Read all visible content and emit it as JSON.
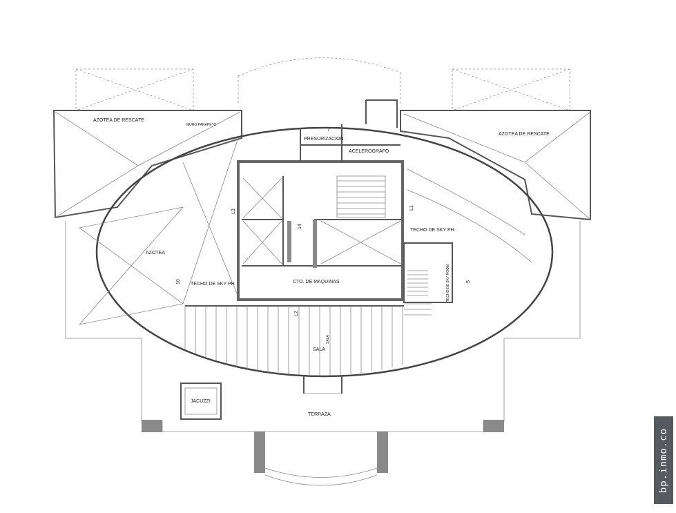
{
  "labels": {
    "azotea_rescate_left": "AZOTEA DE RESCATE",
    "azotea_rescate_right": "AZOTEA DE RESCATE",
    "muro_parapeto": "MURO PARAPETO",
    "presurizacion": "PRESURIZACION",
    "acelerografo": "ACELEROGRAFO",
    "azotea": "AZOTEA",
    "techo_sky_ph_left": "TECHO DE SKY PH",
    "techo_sky_ph_right": "TECHO DE SKY PH",
    "techo_sky_room": "TECHO DE SKY ROOM",
    "cto_maquinas": "CTO. DE MAQUINAS",
    "sala": "SALA",
    "sala_vertical": "SALA",
    "jacuzzi": "JACUZZI",
    "terraza": "TERRAZA"
  },
  "axes": {
    "a7": "7",
    "l3": "L3",
    "l1": "L1",
    "a14": "14",
    "a10": "10",
    "a5": "5",
    "l2": "L2"
  },
  "watermark": "bp.inmo.co"
}
